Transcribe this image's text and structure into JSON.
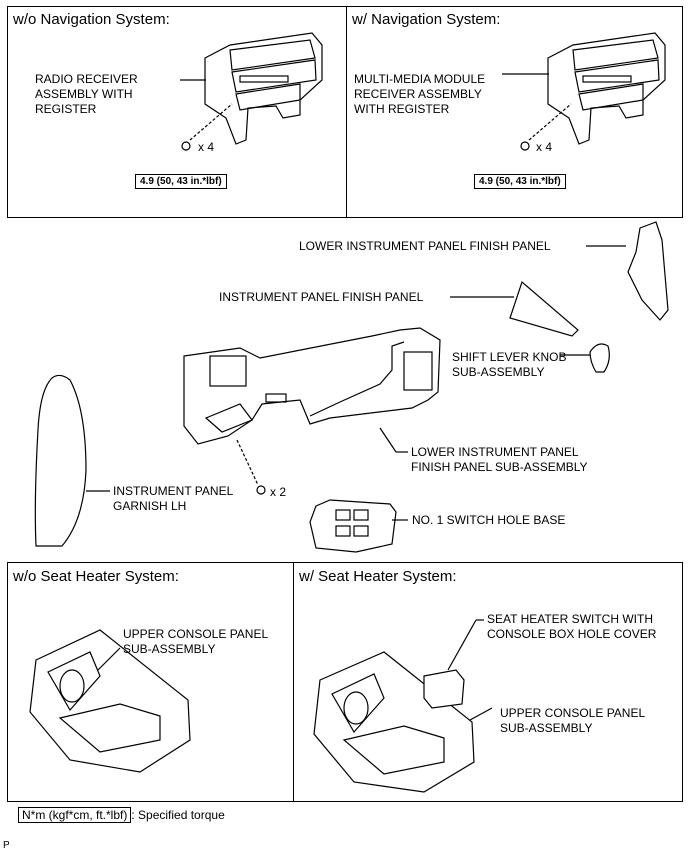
{
  "nav_section": {
    "without_nav": {
      "title": "w/o Navigation System:",
      "part_label": "RADIO RECEIVER\nASSEMBLY WITH\nREGISTER",
      "multiplier": "x 4",
      "torque": "4.9 (50, 43 in.*lbf)"
    },
    "with_nav": {
      "title": "w/ Navigation System:",
      "part_label": "MULTI-MEDIA MODULE\nRECEIVER ASSEMBLY\nWITH REGISTER",
      "multiplier": "x 4",
      "torque": "4.9 (50, 43 in.*lbf)"
    }
  },
  "middle_parts": {
    "lower_finish_panel": "LOWER INSTRUMENT PANEL FINISH PANEL",
    "instrument_finish_panel": "INSTRUMENT PANEL FINISH PANEL",
    "shift_knob": "SHIFT LEVER KNOB\nSUB-ASSEMBLY",
    "lower_finish_sub": "LOWER INSTRUMENT PANEL\nFINISH PANEL SUB-ASSEMBLY",
    "garnish_lh": "INSTRUMENT PANEL\nGARNISH LH",
    "screw_multiplier": "x 2",
    "switch_hole_base": "NO. 1 SWITCH HOLE BASE"
  },
  "seat_section": {
    "without_heater": {
      "title": "w/o Seat Heater System:",
      "console_label": "UPPER CONSOLE PANEL\nSUB-ASSEMBLY"
    },
    "with_heater": {
      "title": "w/ Seat Heater System:",
      "switch_label": "SEAT HEATER SWITCH WITH\nCONSOLE BOX HOLE COVER",
      "console_label": "UPPER CONSOLE PANEL\nSUB-ASSEMBLY"
    }
  },
  "legend": {
    "unit": "N*m (kgf*cm, ft.*lbf)",
    "description": ": Specified torque"
  },
  "corner_mark": "P"
}
